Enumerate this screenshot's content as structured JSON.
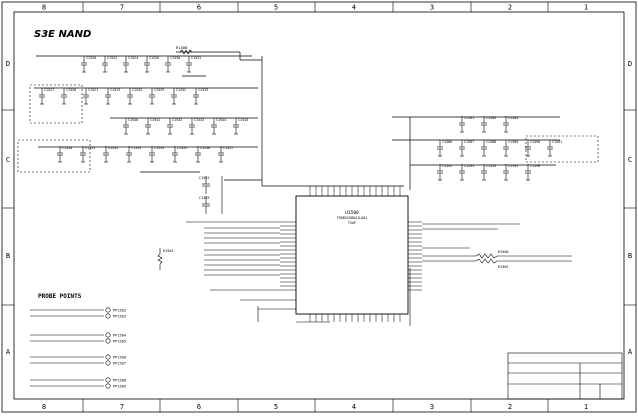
{
  "sheet": {
    "title": "S3E NAND",
    "col_labels": [
      "8",
      "7",
      "6",
      "5",
      "4",
      "3",
      "2",
      "1"
    ],
    "row_labels": [
      "D",
      "C",
      "B",
      "A"
    ]
  },
  "ic": {
    "refdes": "U1500",
    "part": "THGBX2G8D4JLA01",
    "package": "TSOP"
  },
  "resistors": {
    "r1500": "R1500",
    "r1501": "R1501",
    "r1560": "R1560",
    "r1562": "R1562"
  },
  "capacitors": {
    "row1": [
      "C1520",
      "C1522",
      "C1524",
      "C1526",
      "C1530",
      "C1531"
    ],
    "row2": [
      "C1527",
      "C1528",
      "C1521",
      "C1523",
      "C1525",
      "C1529",
      "C1532",
      "C1533"
    ],
    "row3": [
      "C1540",
      "C1541",
      "C1542",
      "C1543",
      "C1544",
      "C1545"
    ],
    "row4": [
      "C1550",
      "C1551",
      "C1552",
      "C1553",
      "C1554",
      "C1555",
      "C1556",
      "C1557"
    ],
    "mid": [
      "C1561",
      "C1563"
    ],
    "right_r1": [
      "C1581",
      "C1583",
      "C1585"
    ],
    "right_r2": [
      "C1586",
      "C1587",
      "C1588",
      "C1589",
      "C1590",
      "C1591"
    ],
    "right_r3": [
      "C1592",
      "C1593",
      "C1594",
      "C1595",
      "C1596"
    ]
  },
  "probe_points": {
    "heading": "PROBE POINTS",
    "tps": [
      "PP1502",
      "PP1503",
      "PP1504",
      "PP1505",
      "PP1506",
      "PP1507",
      "PP1508",
      "PP1509"
    ]
  }
}
